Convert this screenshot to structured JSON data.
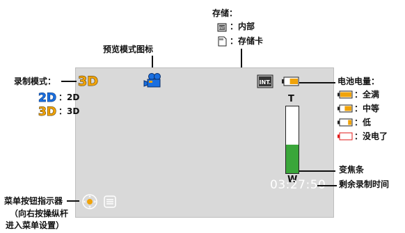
{
  "storage": {
    "title": "存储：",
    "internal_label": "：内部",
    "card_label": "：存储卡",
    "internal_icon": "internal-memory-icon",
    "card_icon": "sd-card-icon"
  },
  "preview_icon_label": "预览模式图标",
  "record_mode": {
    "title": "录制模式：",
    "current": "3D",
    "options": [
      {
        "badge": "2D",
        "label": "：2D"
      },
      {
        "badge": "3D",
        "label": "：3D"
      }
    ]
  },
  "battery": {
    "title": "电池电量：",
    "levels": [
      {
        "label": "：全满",
        "level": 1.0,
        "color": "#f0a30a"
      },
      {
        "label": "：中等",
        "level": 0.6,
        "color": "#f0a30a"
      },
      {
        "label": "：低",
        "level": 0.3,
        "color": "#f0a30a"
      },
      {
        "label": "：没电了",
        "level": 0.0,
        "color": "#e01818"
      }
    ],
    "current_level": 0.6
  },
  "zoom": {
    "label": "变焦条",
    "top_label": "T",
    "bottom_label": "W",
    "level": 0.43
  },
  "menu_indicator": {
    "label": "菜单按钮指示器",
    "hint_line1": "（向右按操纵杆",
    "hint_line2": "进入菜单设置）"
  },
  "remaining_time": {
    "label": "剩余录制时间",
    "value": "03:27:50"
  },
  "colors": {
    "screen_bg": "#d9d9d9",
    "accent_orange": "#f0a30a",
    "accent_blue": "#1a6fe0",
    "zoom_green": "#3aa63a",
    "empty_red": "#e01818"
  }
}
